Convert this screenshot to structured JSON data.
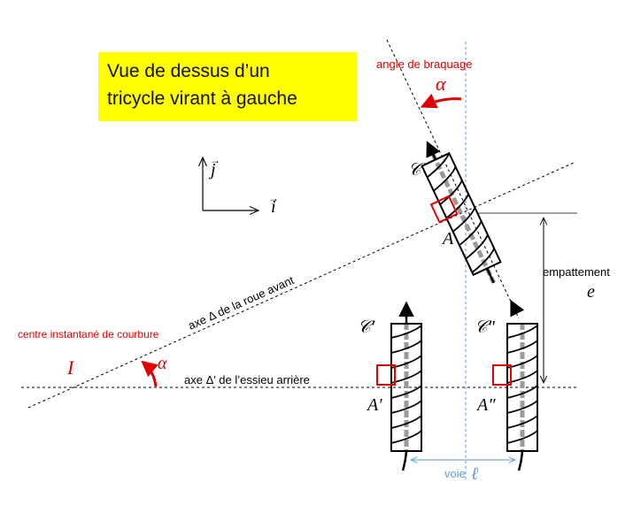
{
  "title": {
    "line1": "Vue de dessus d’un",
    "line2": "tricycle  virant à gauche"
  },
  "labels": {
    "steering_angle": "angle de braquage",
    "alpha": "α",
    "alpha_bottom": "α",
    "unit_j": "j",
    "unit_i": "i",
    "arrow_accent": "→",
    "front_axis": "axe  Δ de la roue avant",
    "rear_axis": "axe Δ′ de l’essieu arrière",
    "curvature_center": "centre instantané de courbure",
    "point_I": "I",
    "point_A": "A",
    "point_A1": "A′",
    "point_A2": "A″",
    "wheel_C": "𝒞",
    "wheel_C1": "𝒞′",
    "wheel_C2": "𝒞″",
    "wheelbase": "empattement",
    "wheelbase_symbol": "e",
    "track": "voie",
    "track_symbol": "ℓ"
  },
  "colors": {
    "accent_red": "#e00000",
    "axis_blue": "#5b9bd5",
    "title_bg": "#ffff00",
    "wheel_gray": "#9a9a9a"
  }
}
